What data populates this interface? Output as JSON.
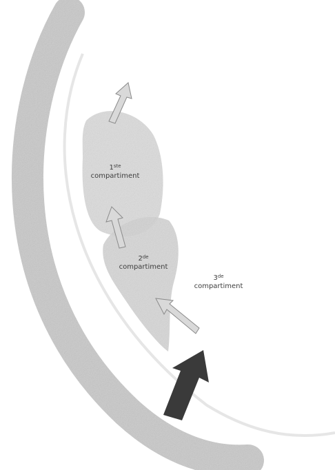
{
  "labels": {
    "first": {
      "num": "1",
      "sup": "ste",
      "word": "compartiment"
    },
    "second": {
      "num": "2",
      "sup": "de",
      "word": "compartiment"
    },
    "third": {
      "num": "3",
      "sup": "de",
      "word": "compartiment"
    }
  },
  "colors": {
    "band": "#c9c9c9",
    "lobe": "#d8d8d8",
    "light_arrow": "#d9d9d9",
    "dark_arrow": "#3a3a3a",
    "text": "#3d3d3d"
  }
}
